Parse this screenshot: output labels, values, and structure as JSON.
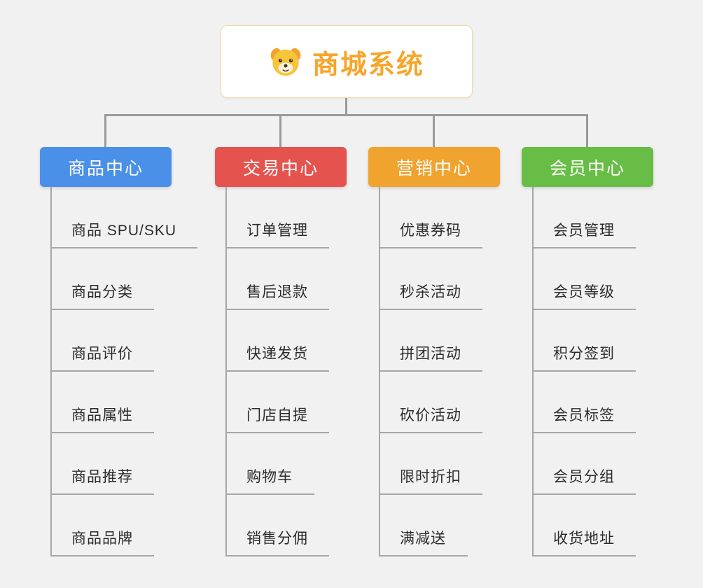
{
  "page": {
    "background_color": "#f1f1f1",
    "line_color": "#9a9a9a"
  },
  "root": {
    "label": "商城系统",
    "icon": "dog-face-icon",
    "text_color": "#f7a52b",
    "border_color": "#f3d9a6",
    "background": "#ffffff"
  },
  "branches": [
    {
      "label": "商品中心",
      "color": "#4a90e8",
      "children": [
        "商品 SPU/SKU",
        "商品分类",
        "商品评价",
        "商品属性",
        "商品推荐",
        "商品品牌"
      ]
    },
    {
      "label": "交易中心",
      "color": "#e5534f",
      "children": [
        "订单管理",
        "售后退款",
        "快递发货",
        "门店自提",
        "购物车",
        "销售分佣"
      ]
    },
    {
      "label": "营销中心",
      "color": "#f0a32f",
      "children": [
        "优惠券码",
        "秒杀活动",
        "拼团活动",
        "砍价活动",
        "限时折扣",
        "满减送"
      ]
    },
    {
      "label": "会员中心",
      "color": "#67bd45",
      "children": [
        "会员管理",
        "会员等级",
        "积分签到",
        "会员标签",
        "会员分组",
        "收货地址"
      ]
    }
  ]
}
